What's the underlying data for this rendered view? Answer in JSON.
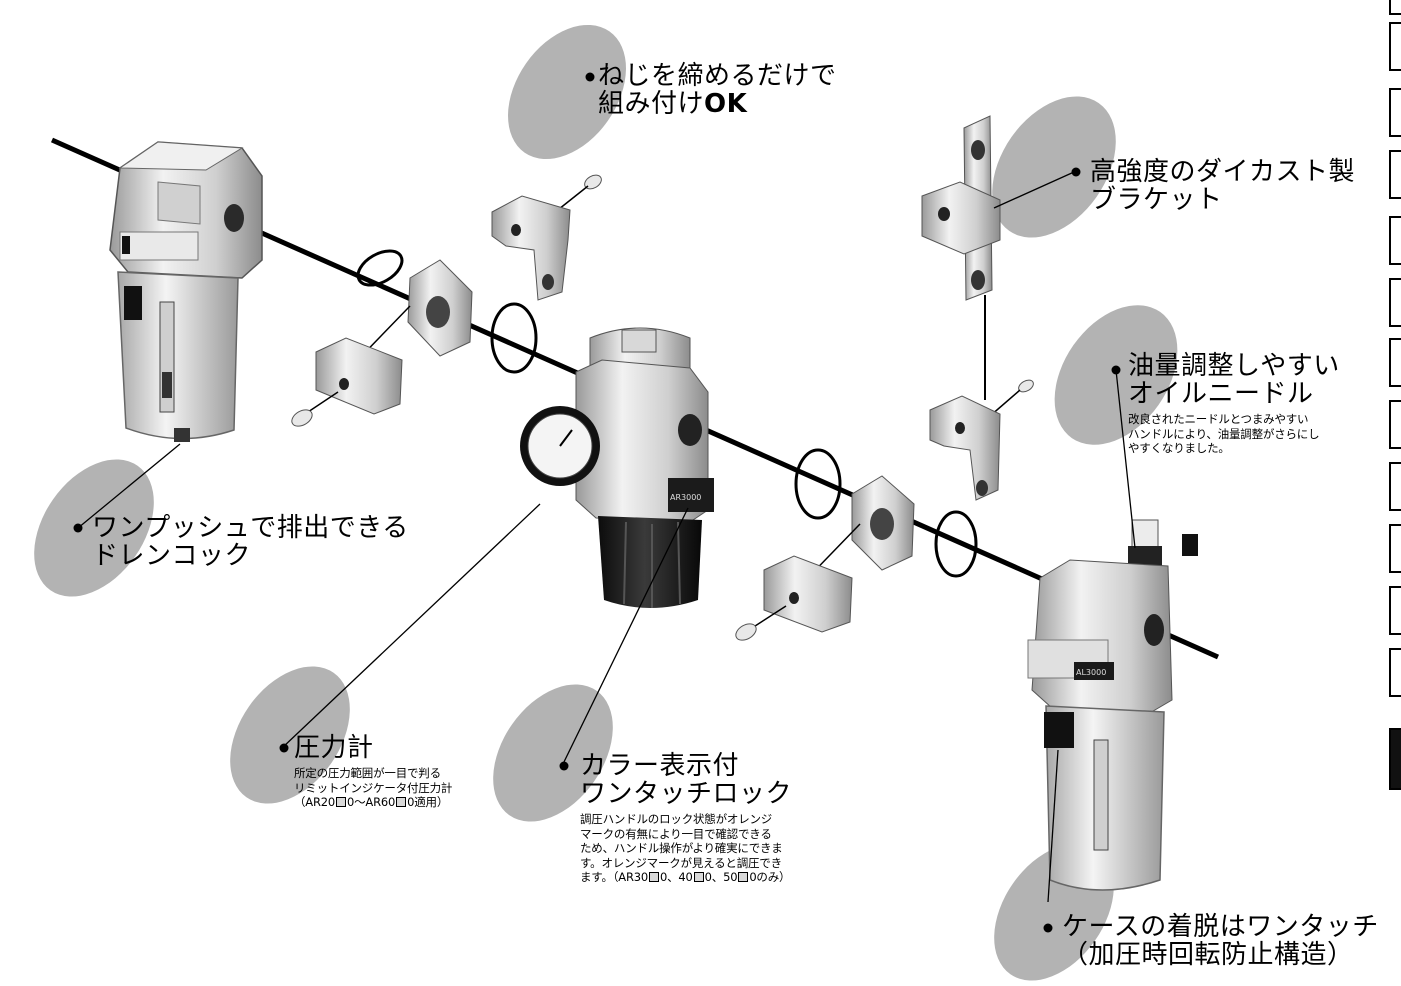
{
  "callouts": {
    "screw": {
      "line1": "ねじを締めるだけで",
      "line2_text": "組み付け",
      "line2_bold": "OK"
    },
    "bracket": {
      "line1": "高強度のダイカスト製",
      "line2": "ブラケット"
    },
    "needle": {
      "title1": "油量調整しやすい",
      "title2": "オイルニードル",
      "desc": [
        "改良されたニードルとつまみやすい",
        "ハンドルにより、油量調整がさらにし",
        "やすくなりました。"
      ]
    },
    "drain": {
      "line1": "ワンプッシュで排出できる",
      "line2": "ドレンコック"
    },
    "gauge": {
      "title": "圧力計",
      "desc1": "所定の圧力範囲が一目で判る",
      "desc2": "リミットインジケータ付圧力計",
      "desc3_a": "（AR20",
      "desc3_b": "0～AR60",
      "desc3_c": "0適用）"
    },
    "lock": {
      "title1": "カラー表示付",
      "title2": "ワンタッチロック",
      "desc": [
        "調圧ハンドルのロック状態がオレンジ",
        "マークの有無により一目で確認できる",
        "ため、ハンドル操作がより確実にできま",
        "す。オレンジマークが見えると調圧でき"
      ],
      "desc_last_a": "ます。（AR30",
      "desc_last_b": "0、40",
      "desc_last_c": "0、50",
      "desc_last_d": "0のみ）"
    },
    "case": {
      "line1": "ケースの着脱はワンタッチ",
      "line2": "（加圧時回転防止構造）"
    }
  },
  "product_markings": {
    "regulator": "AR3000",
    "lubricator": "AL3000"
  },
  "side_tabs": {
    "count": 13,
    "active_index": 12
  },
  "colors": {
    "bubble": "#b3b3b3",
    "metal_light": "#e2e2e2",
    "metal_mid": "#bdbdbd",
    "metal_dark": "#7a7a7a",
    "black_part": "#1a1a1a"
  }
}
